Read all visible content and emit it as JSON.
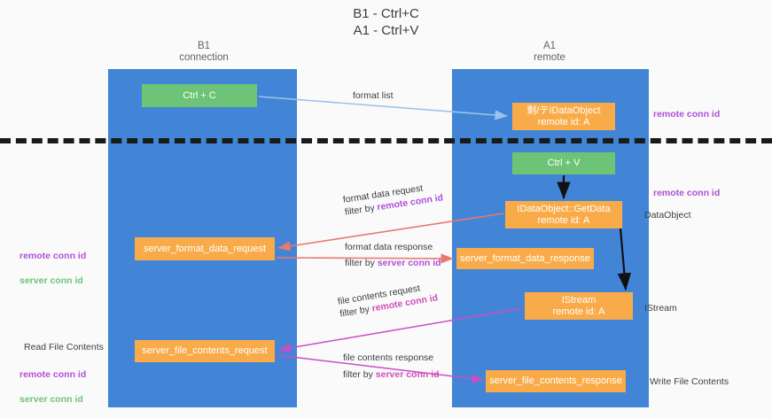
{
  "diagram": {
    "title": "B1 - Ctrl+C\nA1 - Ctrl+V",
    "columns": [
      {
        "id": "b1",
        "label": "B1\nconnection"
      },
      {
        "id": "a1",
        "label": "A1\nremote"
      }
    ],
    "nodes": [
      {
        "id": "ctrl-c",
        "label": "Ctrl + C",
        "color": "#6dc477",
        "lane": "b1"
      },
      {
        "id": "create-dataobject",
        "label": "剩/テIDataObject\nremote id: A",
        "color": "#f9ab49",
        "lane": "a1"
      },
      {
        "id": "ctrl-v",
        "label": "Ctrl + V",
        "color": "#6dc477",
        "lane": "a1"
      },
      {
        "id": "idataobject-getdata",
        "label": "IDataObject::GetData\nremote id: A",
        "color": "#f9ab49",
        "lane": "a1"
      },
      {
        "id": "server-format-data-request",
        "label": "server_format_data_request",
        "color": "#f9ab49",
        "lane": "b1"
      },
      {
        "id": "server-format-data-response",
        "label": "server_format_data_response",
        "color": "#f9ab49",
        "lane": "a1"
      },
      {
        "id": "istream",
        "label": "IStream\nremote id: A",
        "color": "#f9ab49",
        "lane": "a1"
      },
      {
        "id": "server-file-contents-request",
        "label": "server_file_contents_request",
        "color": "#f9ab49",
        "lane": "b1"
      },
      {
        "id": "server-file-contents-response",
        "label": "server_file_contents_response",
        "color": "#f9ab49",
        "lane": "a1"
      }
    ],
    "edge_labels": [
      {
        "id": "format-list",
        "line1": "format list",
        "line2": "",
        "highlight": "",
        "highlight_class": ""
      },
      {
        "id": "format-data-request",
        "line1": "format data request",
        "line2": "filter by ",
        "highlight": "remote conn id",
        "highlight_class": "hl-purple"
      },
      {
        "id": "format-data-response",
        "line1": "format data response",
        "line2": "filter by ",
        "highlight": "server conn id",
        "highlight_class": "hl-purple"
      },
      {
        "id": "file-contents-request",
        "line1": "file contents request",
        "line2": "filter by ",
        "highlight": "remote conn id",
        "highlight_class": "hl-pink"
      },
      {
        "id": "file-contents-response",
        "line1": "file contents response",
        "line2": "filter by ",
        "highlight": "server conn id",
        "highlight_class": "hl-pink"
      }
    ],
    "side_labels": {
      "right": [
        {
          "id": "right-remote-conn-id-top",
          "text": "remote conn id",
          "color": "purple",
          "bold": true
        },
        {
          "id": "right-remote-conn-id-mid",
          "text": "remote conn id",
          "color": "purple",
          "bold": true
        },
        {
          "id": "right-dataobject",
          "text": "DataObject",
          "color": "plain",
          "bold": false
        },
        {
          "id": "right-istream",
          "text": "IStream",
          "color": "plain",
          "bold": false
        },
        {
          "id": "right-write-file-contents",
          "text": "Write File Contents",
          "color": "plain",
          "bold": false
        }
      ],
      "left": [
        {
          "id": "left-conn-ids-top",
          "text": "remote conn id\nserver conn id",
          "color": "mixed",
          "bold": true
        },
        {
          "id": "left-read-file-contents",
          "text": "Read File Contents",
          "color": "plain",
          "bold": false
        },
        {
          "id": "left-conn-ids-bottom",
          "text": "remote conn id\nserver conn id",
          "color": "mixed",
          "bold": true
        }
      ]
    },
    "colors": {
      "lane": "#4285d6",
      "node_green": "#6dc477",
      "node_orange": "#f9ab49",
      "arrow_blue": "#9bc3ea",
      "arrow_red": "#e8796e",
      "arrow_magenta": "#c94ec4",
      "arrow_black": "#111111",
      "divider": "#1a1a1a",
      "text_purple": "#b14fd8",
      "text_green": "#6dc477",
      "background": "#fafafa"
    }
  }
}
